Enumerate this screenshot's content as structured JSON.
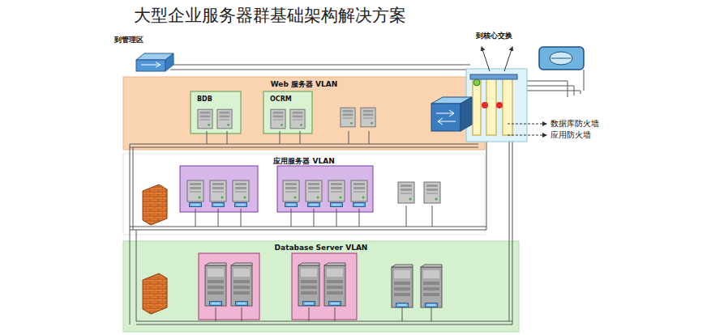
{
  "diagram": {
    "title": "大型企业服务器群基础架构解决方案",
    "nodes": [
      {
        "text": [
          "Web 服务器 VLAN"
        ]
      },
      {
        "text": [
          "BDB"
        ],
        "in": 0
      },
      {
        "text": [
          "OCRM"
        ],
        "in": 0
      },
      {
        "text": [
          "应用服务器 VLAN"
        ]
      },
      {
        "text": [
          "Database Server VLAN"
        ]
      }
    ],
    "labels": [
      "到管理区",
      "到核心交换",
      "数据库防火墙",
      "应用防火墙"
    ]
  }
}
